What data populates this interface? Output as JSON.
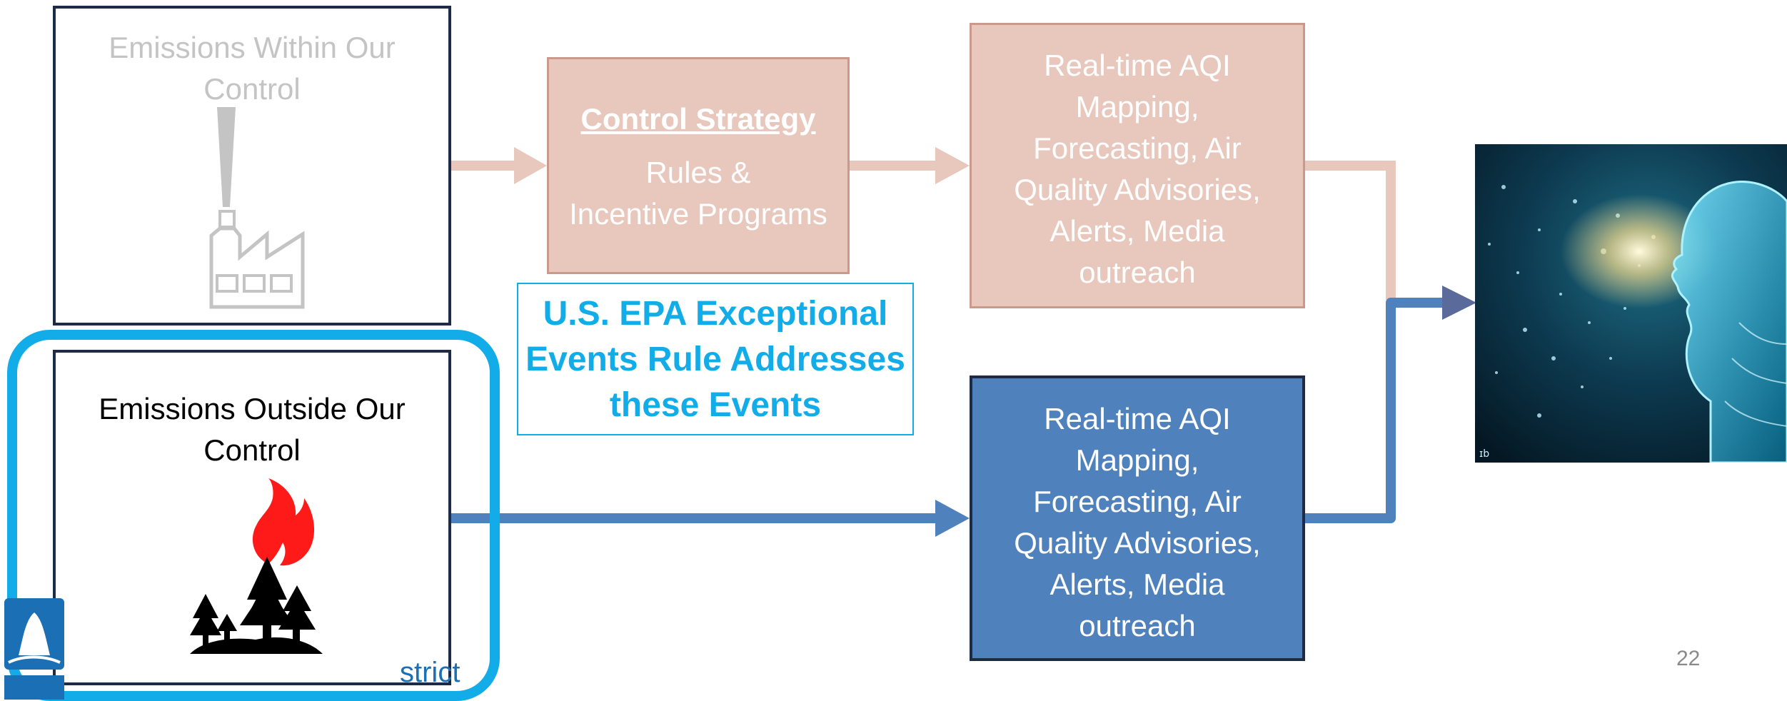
{
  "boxes": {
    "within": {
      "title_line1": "Emissions Within Our",
      "title_line2": "Control"
    },
    "outside": {
      "title_line1": "Emissions Outside Our",
      "title_line2": "Control"
    }
  },
  "control_strategy": {
    "title": "Control Strategy",
    "line1": "Rules &",
    "line2": "Incentive Programs"
  },
  "epa_note": {
    "line1": "U.S. EPA Exceptional",
    "line2": "Events Rule Addresses",
    "line3": "these Events"
  },
  "aqi_top": {
    "lines": [
      "Real-time AQI",
      "Mapping,",
      "Forecasting, Air",
      "Quality Advisories,",
      "Alerts, Media",
      "outreach"
    ]
  },
  "aqi_bottom": {
    "lines": [
      "Real-time AQI",
      "Mapping,",
      "Forecasting, Air",
      "Quality Advisories,",
      "Alerts, Media",
      "outreach"
    ]
  },
  "footer": {
    "page_number": "22",
    "org_fragment": "strict"
  },
  "colors": {
    "navy": "#1d2b47",
    "accent_cyan": "#12ace8",
    "muted_box": "#e8c7bd",
    "muted_arrow": "#e8c7bd",
    "active_box": "#4f81bd",
    "active_arrow": "#4f81bd",
    "top_right_arrow": "#5a6a9a",
    "fire_red": "#ff1a1a"
  },
  "icons": {
    "within": "factory-icon",
    "outside": "wildfire-icon",
    "person": "human-breathing-image",
    "logo": "aqmd-logo"
  }
}
